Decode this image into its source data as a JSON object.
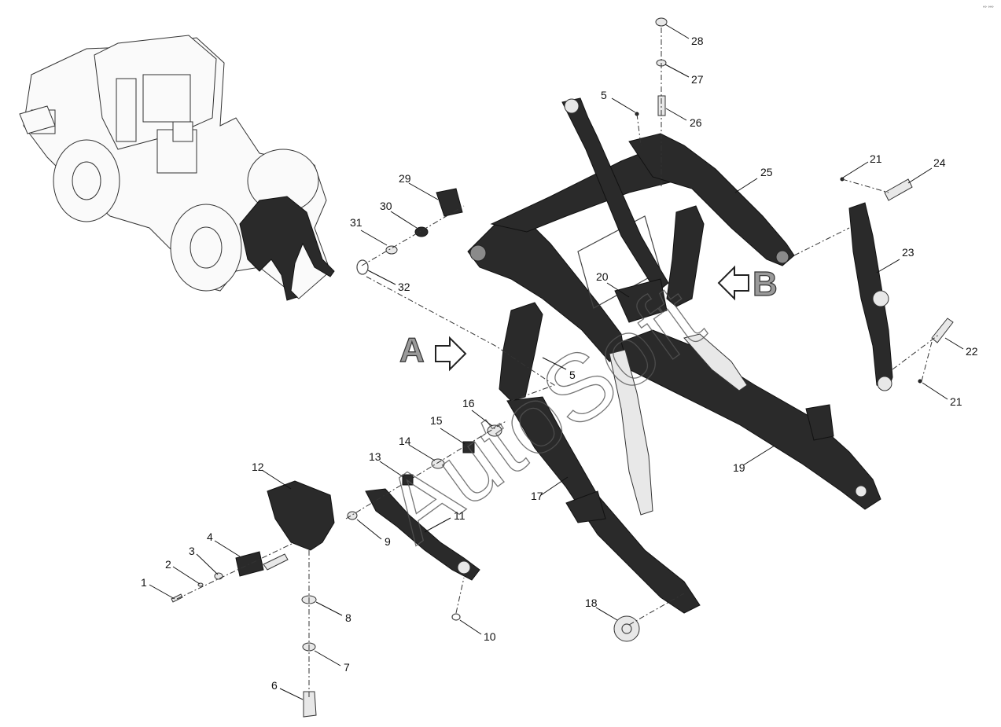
{
  "watermark": "AutoSoft",
  "corner_mark": "°° °°°",
  "view_labels": {
    "a": "A",
    "b": "B"
  },
  "callouts": [
    {
      "id": "c1",
      "label": "1"
    },
    {
      "id": "c2",
      "label": "2"
    },
    {
      "id": "c3",
      "label": "3"
    },
    {
      "id": "c4",
      "label": "4"
    },
    {
      "id": "c5a",
      "label": "5"
    },
    {
      "id": "c5b",
      "label": "5"
    },
    {
      "id": "c6",
      "label": "6"
    },
    {
      "id": "c7",
      "label": "7"
    },
    {
      "id": "c8",
      "label": "8"
    },
    {
      "id": "c9",
      "label": "9"
    },
    {
      "id": "c10",
      "label": "10"
    },
    {
      "id": "c11",
      "label": "11"
    },
    {
      "id": "c12",
      "label": "12"
    },
    {
      "id": "c13",
      "label": "13"
    },
    {
      "id": "c14",
      "label": "14"
    },
    {
      "id": "c15",
      "label": "15"
    },
    {
      "id": "c16",
      "label": "16"
    },
    {
      "id": "c17",
      "label": "17"
    },
    {
      "id": "c18",
      "label": "18"
    },
    {
      "id": "c19",
      "label": "19"
    },
    {
      "id": "c20",
      "label": "20"
    },
    {
      "id": "c21a",
      "label": "21"
    },
    {
      "id": "c21b",
      "label": "21"
    },
    {
      "id": "c22",
      "label": "22"
    },
    {
      "id": "c23",
      "label": "23"
    },
    {
      "id": "c24",
      "label": "24"
    },
    {
      "id": "c25",
      "label": "25"
    },
    {
      "id": "c26",
      "label": "26"
    },
    {
      "id": "c27",
      "label": "27"
    },
    {
      "id": "c28",
      "label": "28"
    },
    {
      "id": "c29",
      "label": "29"
    },
    {
      "id": "c30",
      "label": "30"
    },
    {
      "id": "c31",
      "label": "31"
    },
    {
      "id": "c32",
      "label": "32"
    }
  ]
}
